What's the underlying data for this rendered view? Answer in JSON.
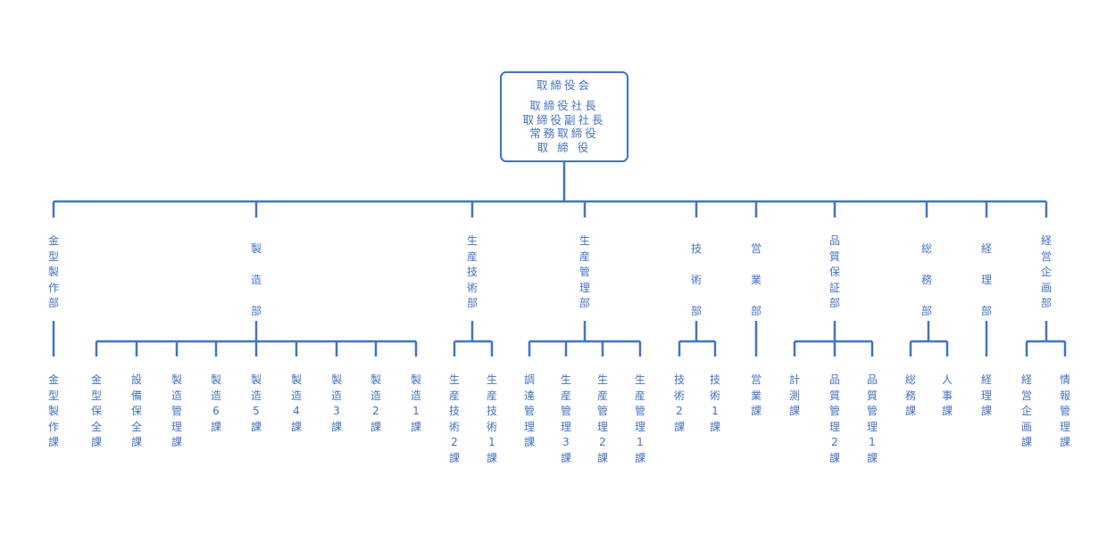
{
  "colors": {
    "line": "#4472C4",
    "text": "#4472C4"
  },
  "board": {
    "title": "取締役会",
    "members": [
      "取締役社長",
      "取締役副社長",
      "常務取締役",
      "取 締 役"
    ]
  },
  "departments": [
    {
      "name": "金型製作部",
      "sections": [
        "金型製作課"
      ]
    },
    {
      "name": "製造部",
      "sections": [
        "金型保全課",
        "設備保全課",
        "製造管理課",
        "製造6課",
        "製造5課",
        "製造4課",
        "製造3課",
        "製造2課",
        "製造1課"
      ]
    },
    {
      "name": "生産技術部",
      "sections": [
        "生産技術2課",
        "生産技術1課"
      ]
    },
    {
      "name": "生産管理部",
      "sections": [
        "調達管理課",
        "生産管理3課",
        "生産管理2課",
        "生産管理1課"
      ]
    },
    {
      "name": "技術部",
      "sections": [
        "技術2課",
        "技術1課"
      ]
    },
    {
      "name": "営業部",
      "sections": [
        "営業課"
      ]
    },
    {
      "name": "品質保証部",
      "sections": [
        "計測課",
        "品質管理2課",
        "品質管理1課"
      ]
    },
    {
      "name": "総務部",
      "sections": [
        "総務課",
        "人事課"
      ]
    },
    {
      "name": "経理部",
      "sections": [
        "経理課"
      ]
    },
    {
      "name": "経営企画部",
      "sections": [
        "経営企画課",
        "情報管理課"
      ]
    }
  ]
}
